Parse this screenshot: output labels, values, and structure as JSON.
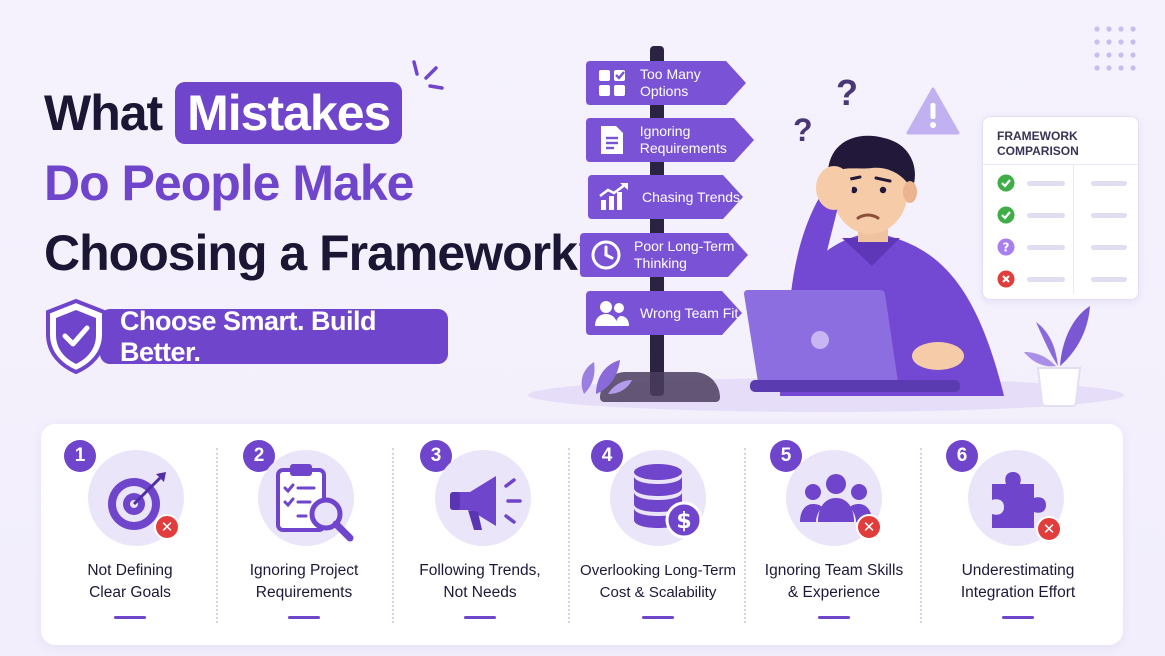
{
  "title": {
    "line1_word1": "What",
    "line1_highlight": "Mistakes",
    "line2": "Do People Make",
    "line3": "Choosing a Framework?"
  },
  "banner": {
    "text": "Choose Smart. Build Better."
  },
  "signpost": [
    {
      "label": "Too Many Options",
      "icon": "grid-apps-icon"
    },
    {
      "label": "Ignoring Requirements",
      "icon": "document-icon"
    },
    {
      "label": "Chasing Trends",
      "icon": "trend-chart-icon"
    },
    {
      "label": "Poor Long-Term Thinking",
      "icon": "clock-icon"
    },
    {
      "label": "Wrong Team Fit",
      "icon": "people-icon"
    }
  ],
  "framework_card": {
    "title": "FRAMEWORK COMPARISON",
    "rows": [
      {
        "status": "check",
        "color": "#3fae49"
      },
      {
        "status": "check",
        "color": "#3fae49"
      },
      {
        "status": "question",
        "color": "#a97ff0"
      },
      {
        "status": "cross",
        "color": "#e23d3d"
      }
    ]
  },
  "mistakes": [
    {
      "number": "1",
      "label_line1": "Not Defining",
      "label_line2": "Clear Goals",
      "icon": "target-icon"
    },
    {
      "number": "2",
      "label_line1": "Ignoring Project",
      "label_line2": "Requirements",
      "icon": "clipboard-search-icon"
    },
    {
      "number": "3",
      "label_line1": "Following Trends,",
      "label_line2": "Not Needs",
      "icon": "megaphone-icon"
    },
    {
      "number": "4",
      "label_line1": "Overlooking Long-Term",
      "label_line2": "Cost & Scalability",
      "icon": "database-dollar-icon"
    },
    {
      "number": "5",
      "label_line1": "Ignoring Team Skills",
      "label_line2": "& Experience",
      "icon": "team-icon"
    },
    {
      "number": "6",
      "label_line1": "Underestimating",
      "label_line2": "Integration Effort",
      "icon": "puzzle-icon"
    }
  ],
  "glyphs": {
    "question": "?",
    "cross": "✕",
    "check": "✓",
    "warning": "!"
  },
  "colors": {
    "accent": "#6f45cc",
    "sign": "#7a52d6",
    "error": "#e23d3d",
    "success": "#3fae49"
  }
}
